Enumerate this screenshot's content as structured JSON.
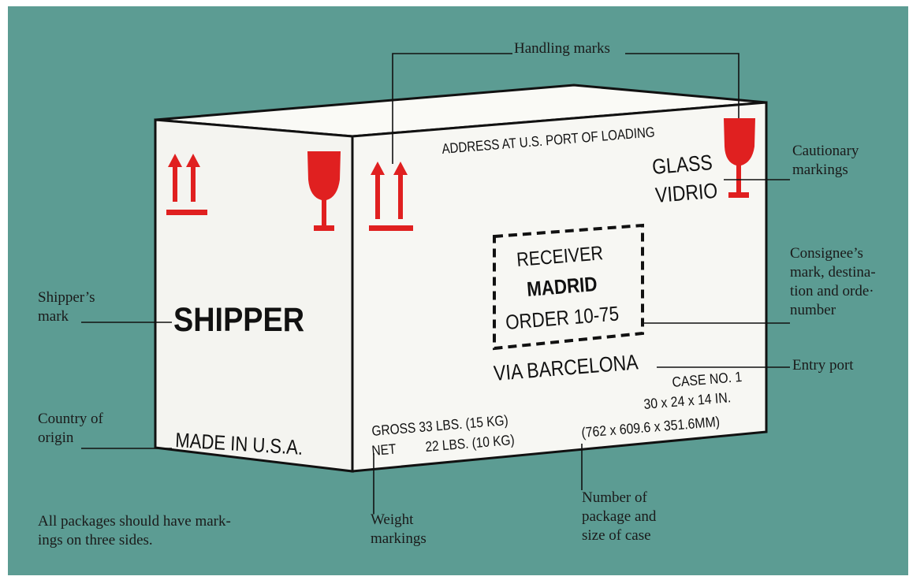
{
  "colors": {
    "background": "#5c9c93",
    "box_front": "#f4f4f0",
    "box_side": "#f7f7f3",
    "box_top": "#fafaf6",
    "marking_red": "#e02020",
    "ink": "#111111"
  },
  "callouts": {
    "handling_marks": "Handling marks",
    "cautionary_markings": [
      "Cautionary",
      "markings"
    ],
    "consignee_mark": [
      "Consignee’s",
      "mark, destina-",
      "tion and orde·",
      "number"
    ],
    "entry_port": "Entry port",
    "shippers_mark": [
      "Shipper’s",
      "mark"
    ],
    "country_of_origin": [
      "Country of",
      "origin"
    ],
    "weight_markings": [
      "Weight",
      "markings"
    ],
    "case_number_size": [
      "Number of",
      "package and",
      "size of case"
    ],
    "footnote": [
      "All packages should have mark-",
      "ings on three sides."
    ]
  },
  "box_text": {
    "shipper": "SHIPPER",
    "made_in": "MADE IN U.S.A.",
    "port_address": "ADDRESS AT U.S. PORT OF LOADING",
    "glass": "GLASS",
    "vidrio": "VIDRIO",
    "receiver": "RECEIVER",
    "destination": "MADRID",
    "order": "ORDER 10-75",
    "via": "VIA BARCELONA",
    "case_no": "CASE NO. 1",
    "dimensions_in": "30 x 24 x 14 IN.",
    "dimensions_mm": "(762 x 609.6 x 351.6MM)",
    "gross": "GROSS 33 LBS. (15 KG)",
    "net_label": "NET",
    "net_value": "22 LBS. (10 KG)"
  },
  "icons": {
    "this_way_up": "this-way-up-arrows-icon",
    "fragile": "fragile-glass-icon"
  }
}
